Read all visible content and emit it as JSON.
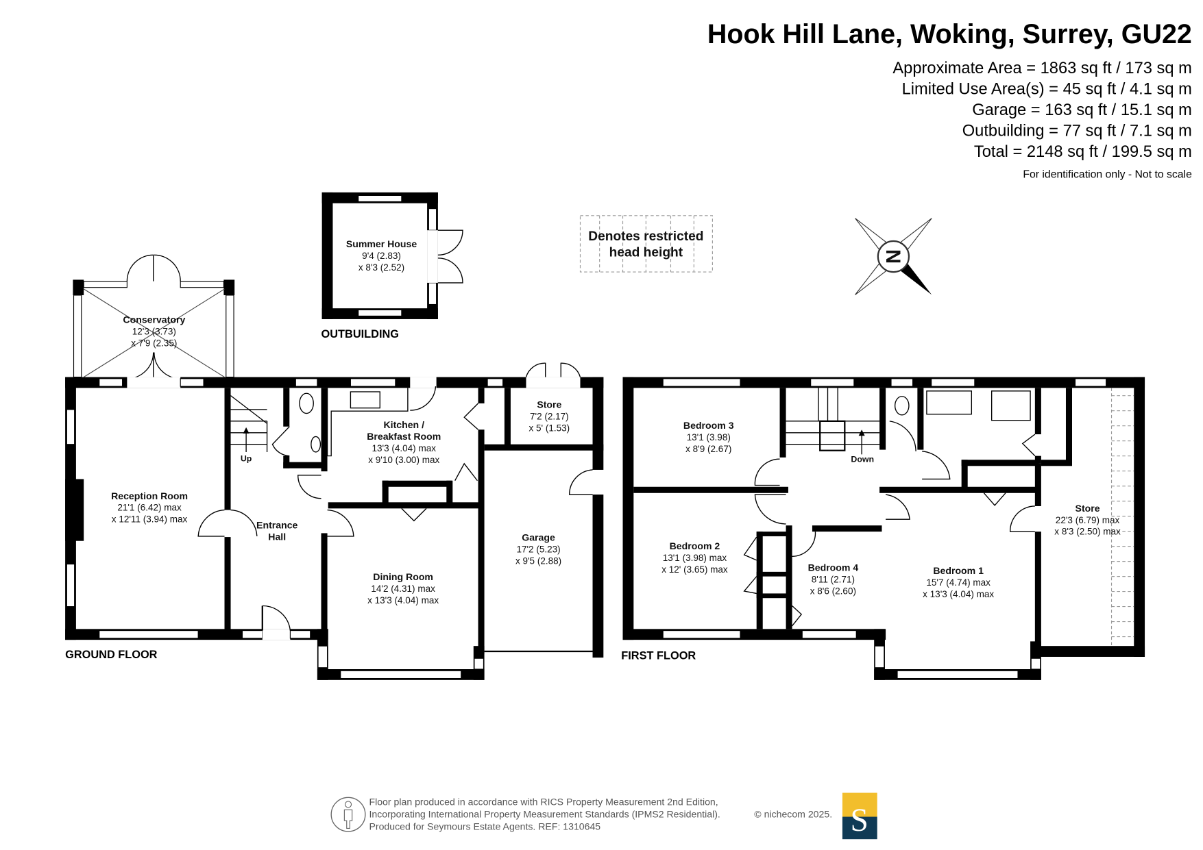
{
  "header": {
    "title": "Hook Hill Lane, Woking, Surrey, GU22",
    "areas": [
      "Approximate Area = 1863 sq ft / 173 sq m",
      "Limited Use Area(s) = 45 sq ft / 4.1 sq m",
      "Garage = 163 sq ft / 15.1 sq m",
      "Outbuilding = 77 sq ft / 7.1 sq m",
      "Total = 2148 sq ft / 199.5 sq m"
    ],
    "note": "For identification only - Not to scale"
  },
  "legend": {
    "line1": "Denotes restricted",
    "line2": "head height"
  },
  "compass": {
    "label": "N"
  },
  "outbuilding": {
    "label": "OUTBUILDING",
    "rooms": [
      {
        "name": "Summer House",
        "dim1": "9'4 (2.83)",
        "dim2": "x 8'3 (2.52)"
      }
    ]
  },
  "ground_floor": {
    "label": "GROUND FLOOR",
    "stairs": "Up",
    "rooms": [
      {
        "name": "Conservatory",
        "dim1": "12'3 (3.73)",
        "dim2": "x 7'9 (2.35)"
      },
      {
        "name": "Reception Room",
        "dim1": "21'1 (6.42) max",
        "dim2": "x 12'11 (3.94) max"
      },
      {
        "name": "Entrance",
        "name2": "Hall"
      },
      {
        "name": "Kitchen /",
        "name2": "Breakfast Room",
        "dim1": "13'3 (4.04) max",
        "dim2": "x 9'10 (3.00) max"
      },
      {
        "name": "Store",
        "dim1": "7'2 (2.17)",
        "dim2": "x 5' (1.53)"
      },
      {
        "name": "Dining Room",
        "dim1": "14'2 (4.31) max",
        "dim2": "x 13'3 (4.04) max"
      },
      {
        "name": "Garage",
        "dim1": "17'2 (5.23)",
        "dim2": "x 9'5 (2.88)"
      }
    ]
  },
  "first_floor": {
    "label": "FIRST FLOOR",
    "stairs": "Down",
    "rooms": [
      {
        "name": "Bedroom 3",
        "dim1": "13'1 (3.98)",
        "dim2": "x 8'9 (2.67)"
      },
      {
        "name": "Bedroom 2",
        "dim1": "13'1 (3.98) max",
        "dim2": "x 12' (3.65) max"
      },
      {
        "name": "Bedroom 4",
        "dim1": "8'11 (2.71)",
        "dim2": "x 8'6 (2.60)"
      },
      {
        "name": "Bedroom 1",
        "dim1": "15'7 (4.74) max",
        "dim2": "x 13'3 (4.04) max"
      },
      {
        "name": "Store",
        "dim1": "22'3 (6.79) max",
        "dim2": "x 8'3 (2.50) max"
      }
    ]
  },
  "footer": {
    "lines": [
      "Floor plan produced in accordance with RICS Property Measurement 2nd Edition,",
      "Incorporating International Property Measurement Standards (IPMS2 Residential).",
      "Produced for Seymours Estate Agents.   REF: 1310645"
    ],
    "copyright": "© nichecom 2025.",
    "logo_letter": "S",
    "logo_colors": {
      "top": "#F2BE2C",
      "bottom": "#0F3A55"
    }
  }
}
